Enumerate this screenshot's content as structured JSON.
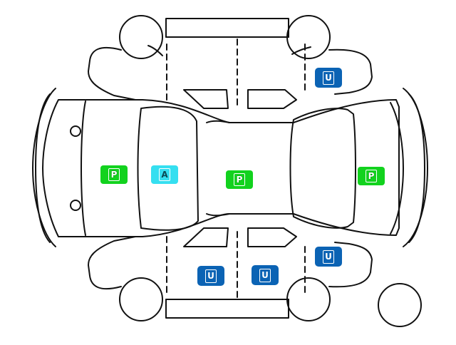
{
  "diagram": {
    "markers": [
      {
        "id": "left-body-p",
        "code": "P",
        "color": "#12d21e"
      },
      {
        "id": "hood-a",
        "code": "A",
        "color": "#35dff0"
      },
      {
        "id": "roof-p",
        "code": "P",
        "color": "#12d21e"
      },
      {
        "id": "trunk-p",
        "code": "P",
        "color": "#12d21e"
      },
      {
        "id": "top-right-door-u",
        "code": "U",
        "color": "#0b63b4"
      },
      {
        "id": "bottom-right-door-u",
        "code": "U",
        "color": "#0b63b4"
      },
      {
        "id": "bottom-front-door-u",
        "code": "U",
        "color": "#0b63b4"
      },
      {
        "id": "bottom-rear-door-u",
        "code": "U",
        "color": "#0b63b4"
      }
    ]
  }
}
